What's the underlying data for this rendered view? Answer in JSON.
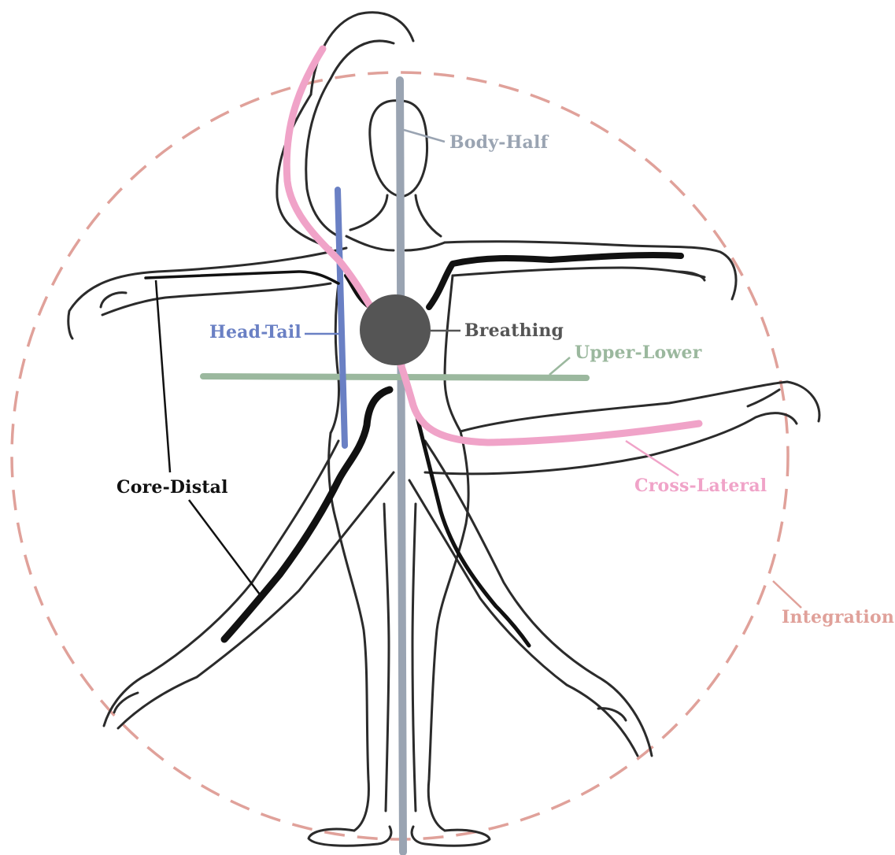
{
  "labels": {
    "body_half": "Body-Half",
    "breathing": "Breathing",
    "head_tail": "Head-Tail",
    "upper_lower": "Upper-Lower",
    "core_distal": "Core-Distal",
    "cross_lateral": "Cross-Lateral",
    "integration": "Integration"
  },
  "colors": {
    "body_half": "#9aa4b2",
    "breathing": "#555555",
    "head_tail": "#6a80c4",
    "upper_lower": "#9bb89e",
    "core_distal": "#111111",
    "cross_lateral": "#f0a3c8",
    "integration": "#e0a19a",
    "figure": "#2b2b2b"
  }
}
